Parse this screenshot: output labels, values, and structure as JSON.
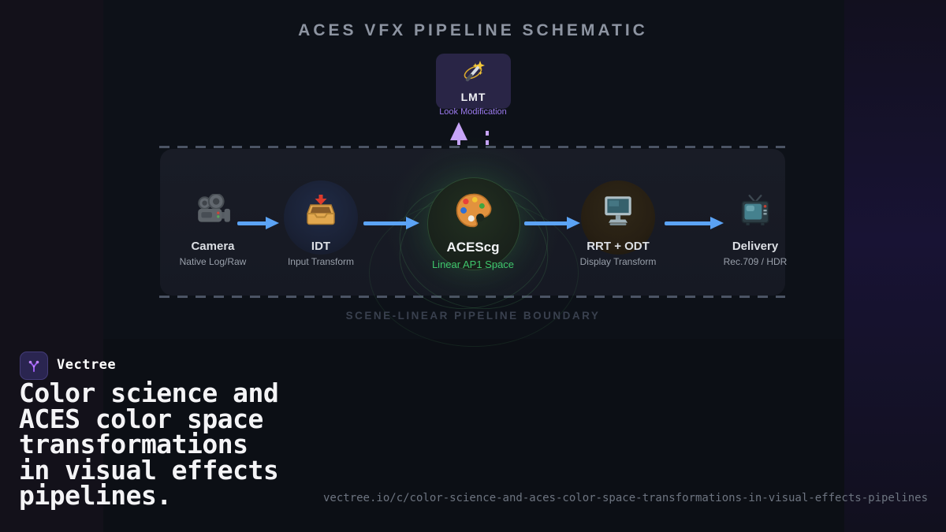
{
  "title": "ACES VFX PIPELINE SCHEMATIC",
  "lmt": {
    "label": "LMT",
    "caption": "Look Modification",
    "icon": "magic-wand-icon"
  },
  "pipeline": {
    "boundary_label": "SCENE-LINEAR PIPELINE BOUNDARY",
    "nodes": [
      {
        "label": "Camera",
        "sublabel": "Native Log/Raw",
        "icon": "movie-camera-icon"
      },
      {
        "label": "IDT",
        "sublabel": "Input Transform",
        "icon": "inbox-tray-icon"
      },
      {
        "label": "ACEScg",
        "sublabel": "Linear AP1 Space",
        "icon": "palette-icon"
      },
      {
        "label": "RRT + ODT",
        "sublabel": "Display Transform",
        "icon": "desktop-computer-icon"
      },
      {
        "label": "Delivery",
        "sublabel": "Rec.709 / HDR",
        "icon": "tv-icon"
      }
    ]
  },
  "brand": {
    "name": "Vectree",
    "icon": "vectree-logo"
  },
  "headline": "Color science and\nACES color space\ntransformations\nin visual effects\npipelines.",
  "footer_url": "vectree.io/c/color-science-and-aces-color-space-transformations-in-visual-effects-pipelines",
  "colors": {
    "flow_arrow_blue": "#5ba3f5",
    "lmt_arrow_purple": "#c7a4f8",
    "aces_green": "#3fc56b",
    "caption_purple": "#9d7bf0",
    "title_gray": "#8d94a1"
  }
}
